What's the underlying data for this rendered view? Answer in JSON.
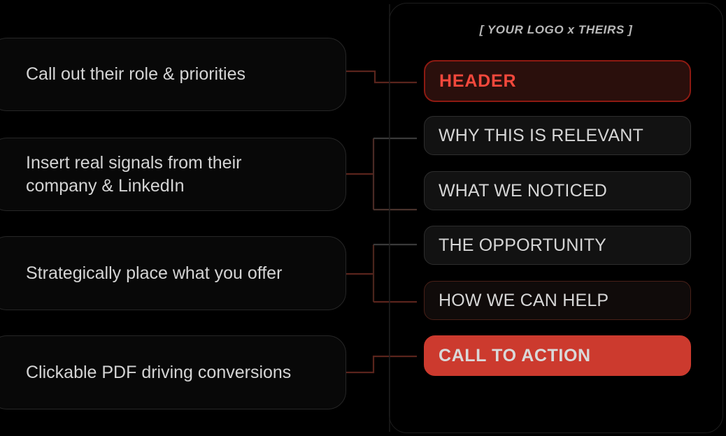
{
  "panel": {
    "logo": "[ YOUR LOGO x THEIRS ]",
    "blocks": [
      {
        "id": "header",
        "label": "HEADER",
        "style": "accent-outline"
      },
      {
        "id": "relevant",
        "label": "WHY THIS IS RELEVANT",
        "style": "plain"
      },
      {
        "id": "noticed",
        "label": "WHAT WE NOTICED",
        "style": "plain"
      },
      {
        "id": "opportunity",
        "label": "THE OPPORTUNITY",
        "style": "plain"
      },
      {
        "id": "help",
        "label": "HOW WE CAN HELP",
        "style": "warm-outline"
      },
      {
        "id": "cta",
        "label": "CALL TO ACTION",
        "style": "accent-filled"
      }
    ]
  },
  "annotations": [
    {
      "id": "role",
      "label": "Call out their role & priorities"
    },
    {
      "id": "signals",
      "label": "Insert real signals from their\ncompany & LinkedIn"
    },
    {
      "id": "offer",
      "label": "Strategically place what you offer"
    },
    {
      "id": "pdf",
      "label": "Clickable PDF driving conversions"
    }
  ],
  "colors": {
    "background": "#000000",
    "accent_red": "#cc3a2e",
    "accent_red_bright": "#f2483c",
    "header_fill": "#2a0f0c",
    "header_border": "#8d1a12",
    "block_fill": "#121212",
    "block_border": "#2e2e2e",
    "warm_border": "#492018",
    "card_fill": "#080808",
    "card_border": "#262626",
    "text_primary": "#d4d4d4",
    "text_logo": "#b9b9b9",
    "connector_warm": "#5a241c",
    "connector_gray": "#3a3a3a",
    "panel_border": "#1d1d1d"
  }
}
